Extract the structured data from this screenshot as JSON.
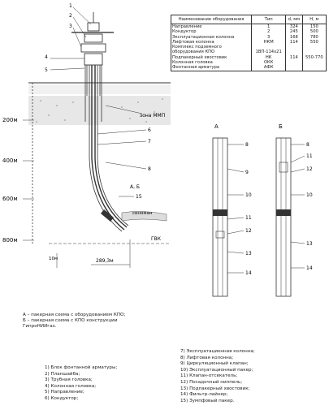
{
  "table": {
    "headers": [
      "Наименование оборудования",
      "Тип",
      "d, мм",
      "Н, м"
    ],
    "rows": [
      [
        "Направление",
        "1",
        "324",
        "150"
      ],
      [
        "Кондуктор",
        "2",
        "245",
        "500"
      ],
      [
        "Эксплуатационная колонна",
        "3",
        "168",
        "780"
      ],
      [
        "Лифтовая колонна",
        "НКМ",
        "114",
        "550"
      ],
      [
        "Комплекс подземного",
        "",
        "",
        ""
      ],
      [
        "оборудования КПО",
        "1ВП-114х21",
        "",
        ""
      ],
      [
        "Подпакерный хвостовик",
        "НК",
        "114",
        "550-770"
      ],
      [
        "Колонная головка",
        "ОКК",
        "",
        ""
      ],
      [
        "Фонтанная арматура",
        "АФК",
        "",
        ""
      ]
    ]
  },
  "diagram": {
    "depth_labels": [
      "200м",
      "400м",
      "600м",
      "800м"
    ],
    "zone_label": "зона ММП",
    "gvk_label": "ГВК",
    "offset_label": "289,3м",
    "ten_label": "10м",
    "ab_label": "А, Б",
    "zone_label2": "сеноман",
    "callouts": [
      "1",
      "2",
      "3",
      "4",
      "5",
      "6",
      "7",
      "8",
      "15"
    ]
  },
  "detail_a": {
    "title": "А",
    "callouts": [
      "8",
      "9",
      "10",
      "11",
      "12",
      "13",
      "14"
    ]
  },
  "detail_b": {
    "title": "Б",
    "callouts": [
      "8",
      "11",
      "12",
      "10",
      "13",
      "14"
    ]
  },
  "notes": [
    "А – пакерная схема с оборудованием КПО;",
    "Б – пакерная схема с КПО конструкции",
    "      ГипроНИИгаз."
  ],
  "legend_left": [
    "1) Блок фонтанной арматуры;",
    "2) Планшайба;",
    "3) Трубная головка;",
    "4) Колонная головка;",
    "5) Направление;",
    "6) Кондуктор;"
  ],
  "legend_right": [
    "7) Эксплуатационная колонна;",
    "8) Лифтовая колонна;",
    "9) Циркуляционный клапан;",
    "10) Эксплуатационный пакер;",
    "11) Клапан-отсекатель;",
    "12) Посадочный ниппель;",
    "13) Подпакерный хвостовик;",
    "14) Фильтр-лайнер;",
    "15) Зумпфовый пакер."
  ]
}
